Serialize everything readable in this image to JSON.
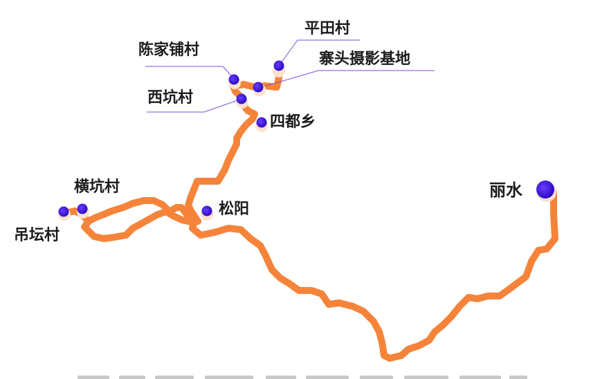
{
  "map": {
    "background": "#ffffff",
    "route_color": "#f5843a",
    "marker_color": "#3a13d6",
    "leader_color": "#7b4bd6"
  },
  "places": {
    "pingtian": "平田村",
    "zhaitou": "寨头摄影基地",
    "chenjiapu": "陈家铺村",
    "xikeng": "西坑村",
    "sidu": "四都乡",
    "hengkeng": "横坑村",
    "diaotan": "吊坛村",
    "songyang": "松阳",
    "lishui": "丽水"
  }
}
